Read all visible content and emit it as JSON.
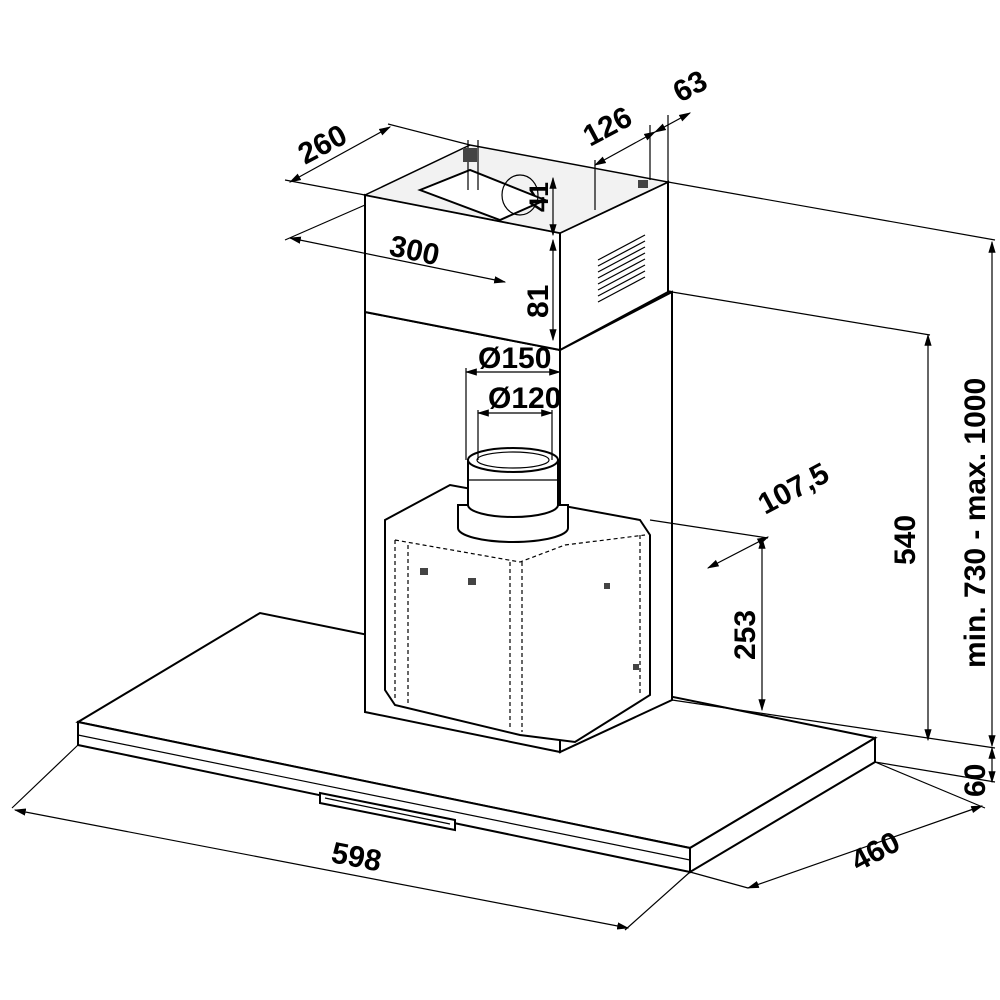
{
  "dimensions": {
    "chimney_depth": "260",
    "chimney_width": "300",
    "chimney_offset": "126",
    "wall_gap": "63",
    "bracket_small": "41",
    "bracket_height": "81",
    "outlet_outer_diameter": "Ø150",
    "outlet_inner_diameter": "Ø120",
    "motor_offset": "107,5",
    "motor_height": "253",
    "canopy_to_chimney": "540",
    "total_height": "min. 730 - max. 1000",
    "canopy_thickness": "60",
    "canopy_width": "598",
    "canopy_depth": "460"
  }
}
